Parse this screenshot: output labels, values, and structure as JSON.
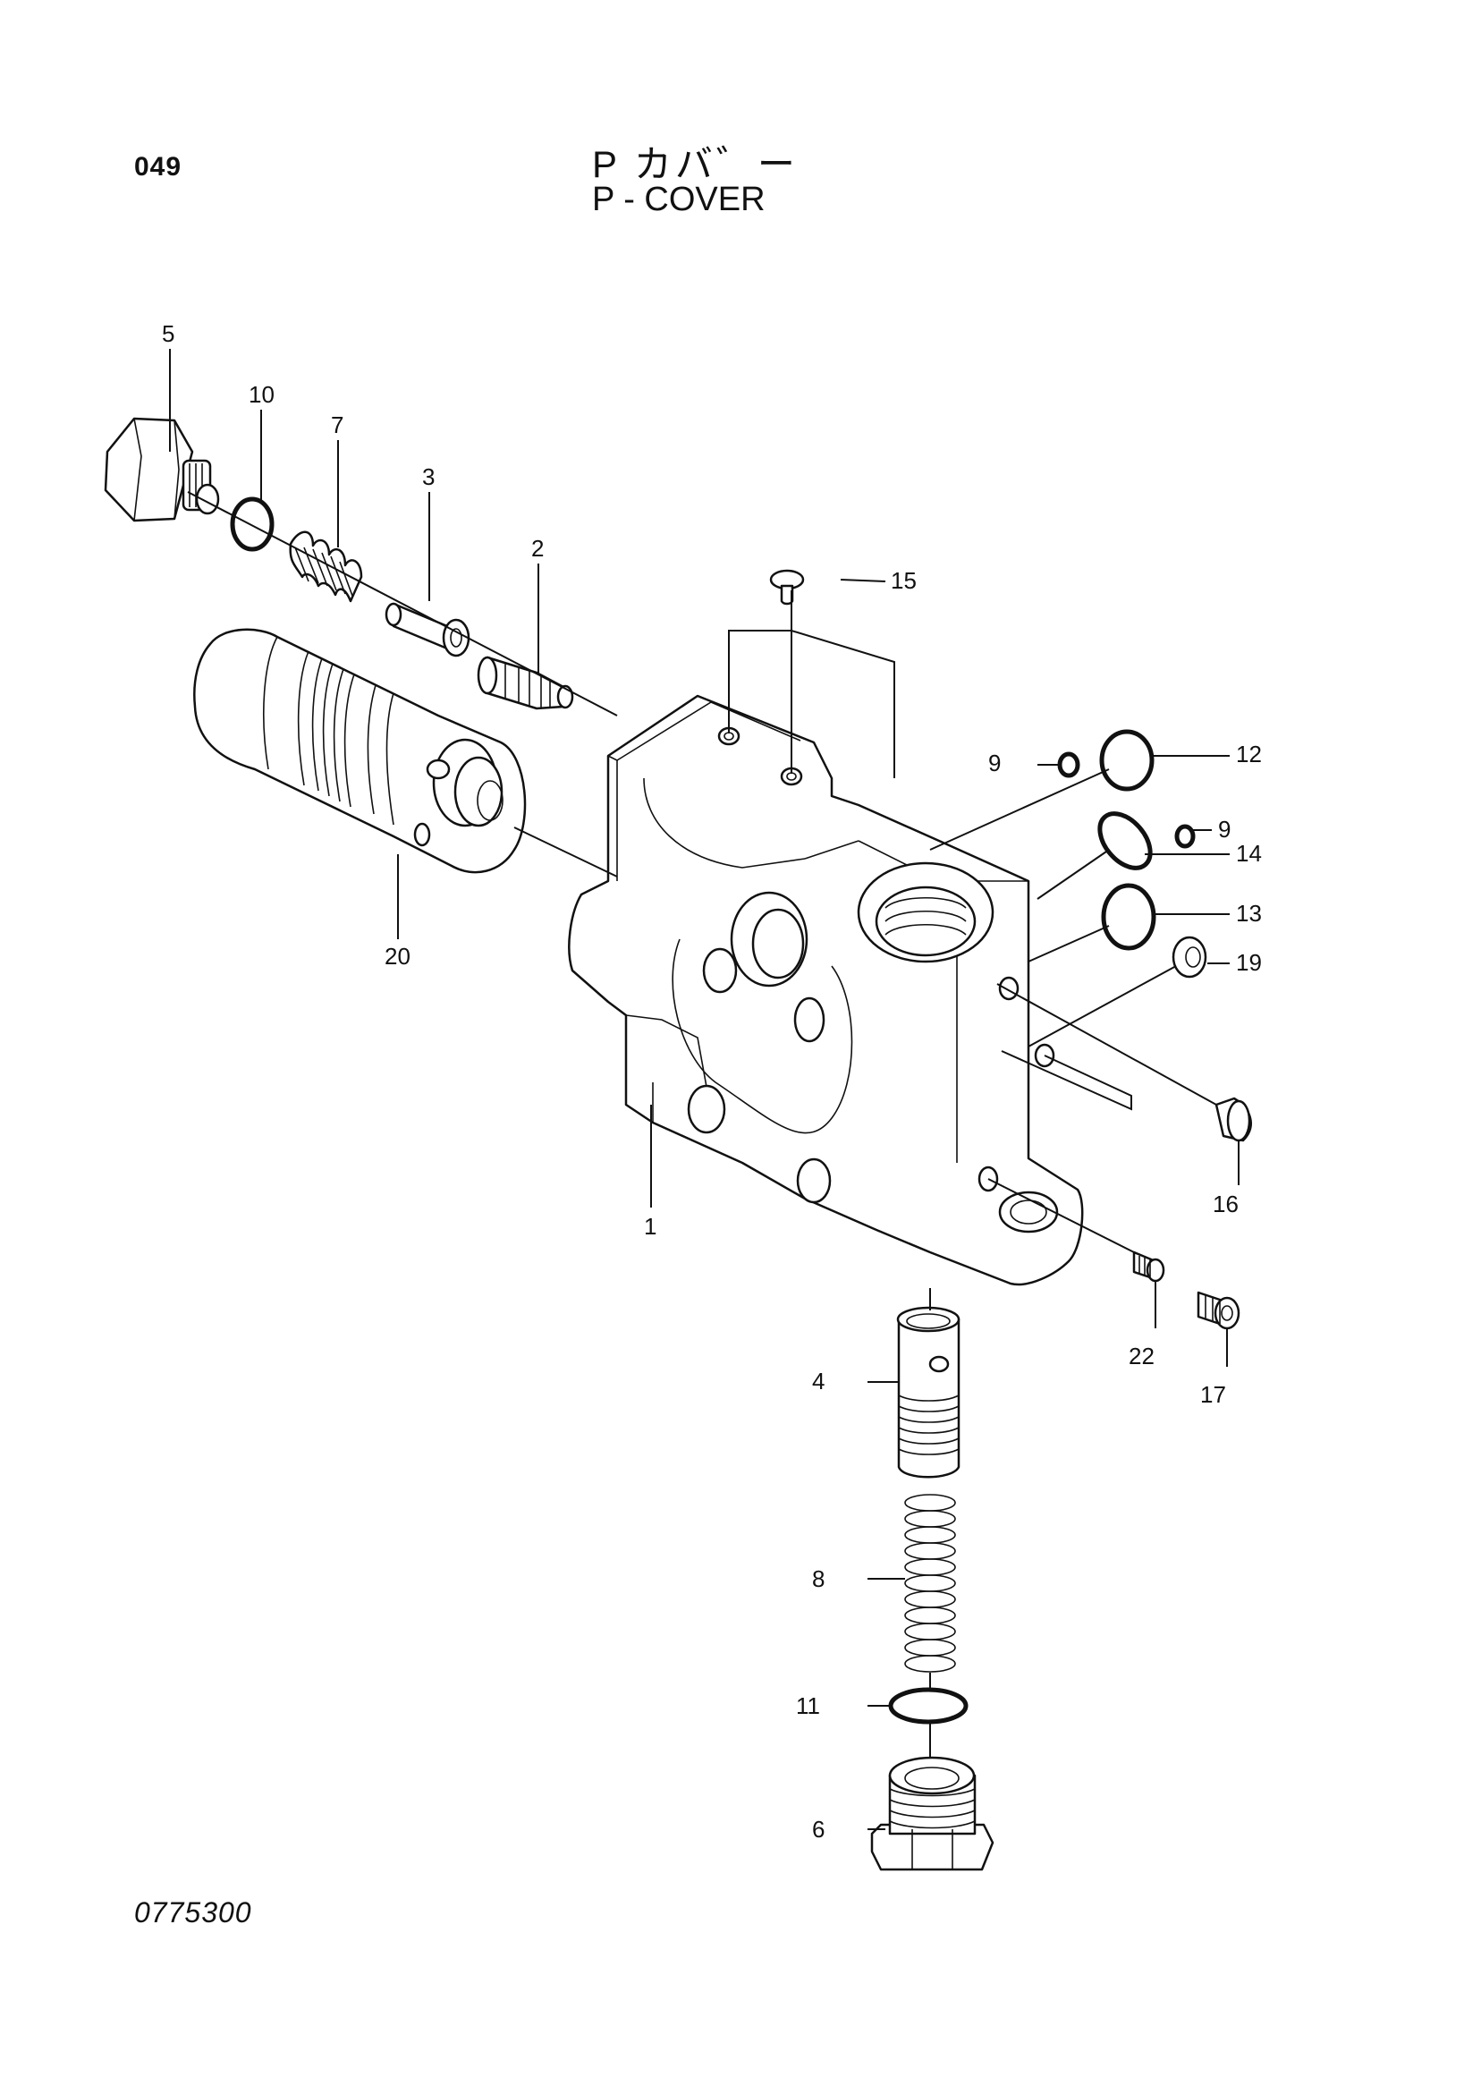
{
  "header": {
    "page_number": "049",
    "title_jp": "P カバ゛ー",
    "title_en": "P - COVER"
  },
  "footer": {
    "drawing_number": "0775300"
  },
  "callouts": {
    "p1": "1",
    "p2": "2",
    "p3": "3",
    "p4": "4",
    "p5": "5",
    "p6": "6",
    "p7": "7",
    "p8": "8",
    "p9a": "9",
    "p9b": "9",
    "p10": "10",
    "p11": "11",
    "p12": "12",
    "p13": "13",
    "p14": "14",
    "p15": "15",
    "p16": "16",
    "p17": "17",
    "p19": "19",
    "p20": "20",
    "p22": "22"
  }
}
